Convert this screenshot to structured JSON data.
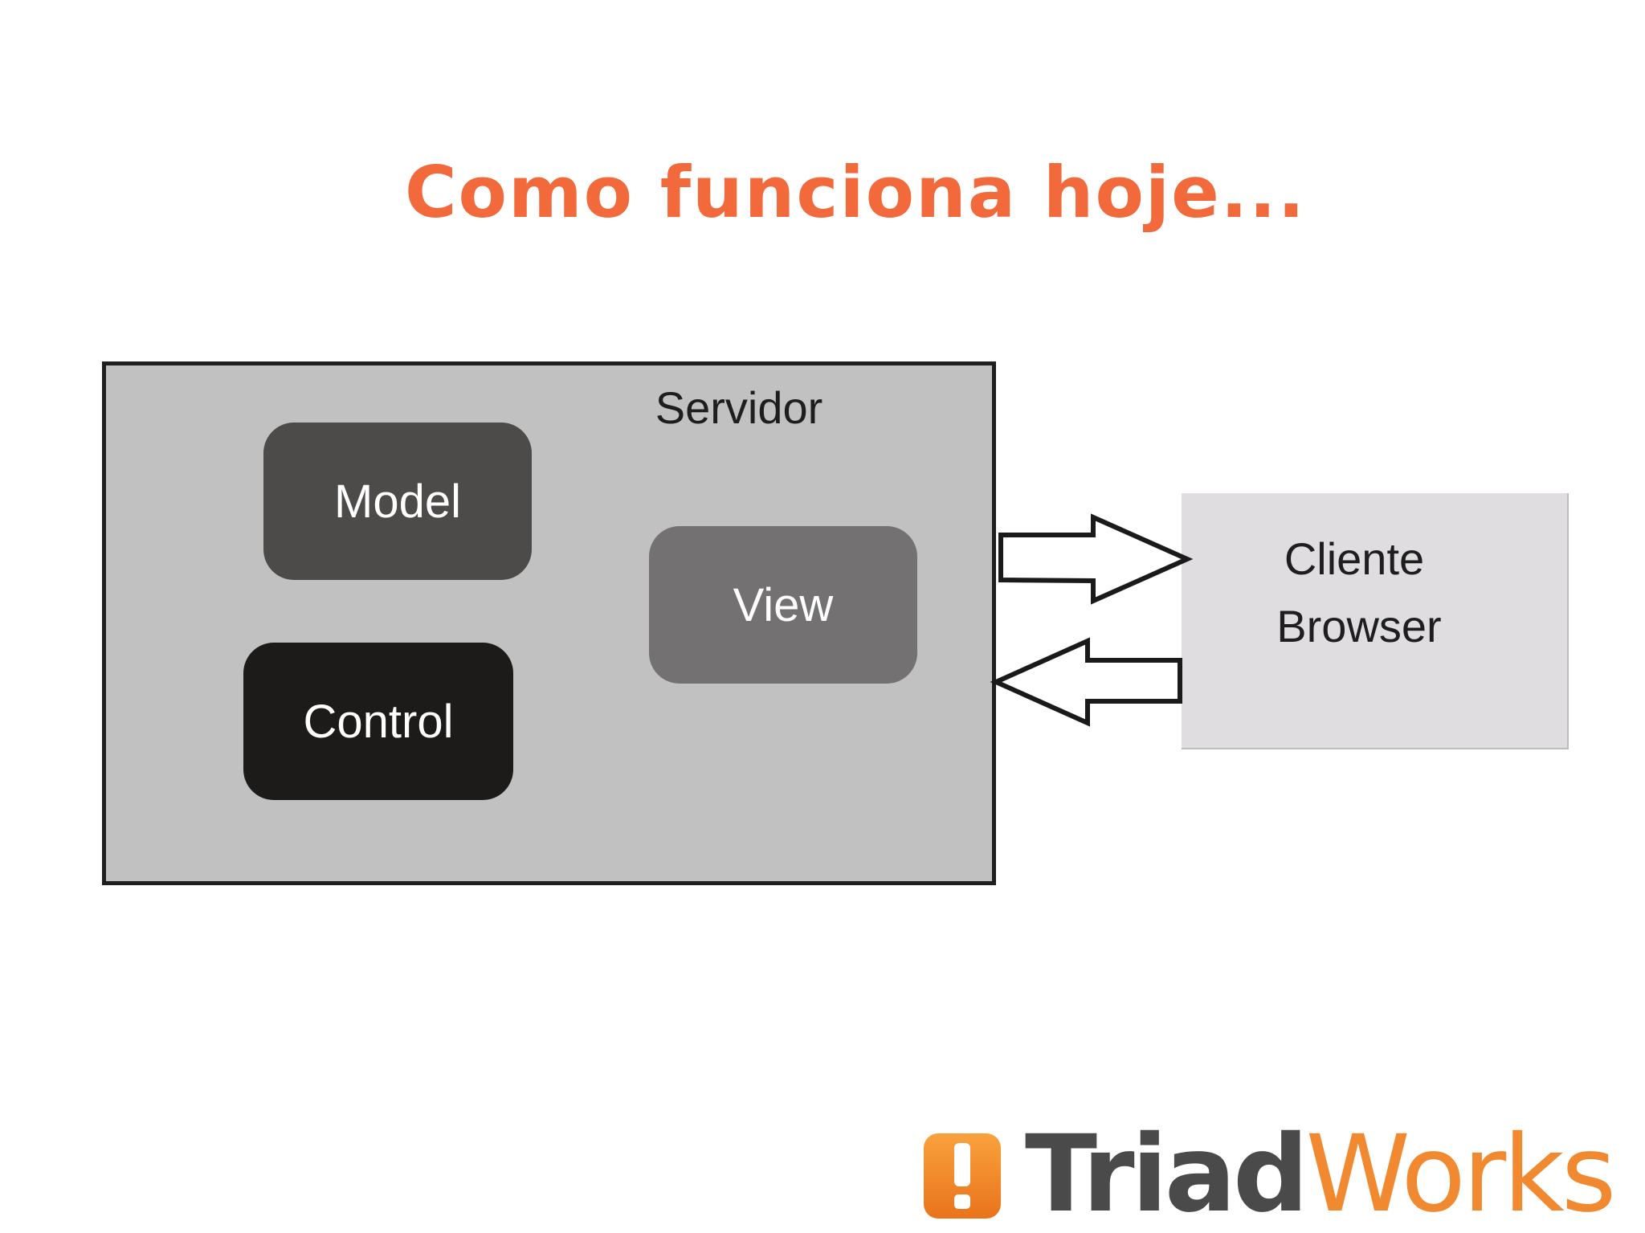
{
  "slide": {
    "title": "Como funciona hoje..."
  },
  "diagram": {
    "server_label": "Servidor",
    "components": {
      "model": "Model",
      "control": "Control",
      "view": "View"
    },
    "client": {
      "line1": "Cliente",
      "line2": "Browser"
    }
  },
  "logo": {
    "text_left": "Triad",
    "text_right": "Works"
  },
  "colors": {
    "title": "#f26a3b",
    "server_fill": "#c2c1c1",
    "model_fill": "#4d4a4a",
    "control_fill": "#1c1b1a",
    "view_fill": "#737171",
    "client_fill": "#dfdde0",
    "logo_orange": "#f0892f",
    "logo_gray": "#4a4a4a"
  }
}
